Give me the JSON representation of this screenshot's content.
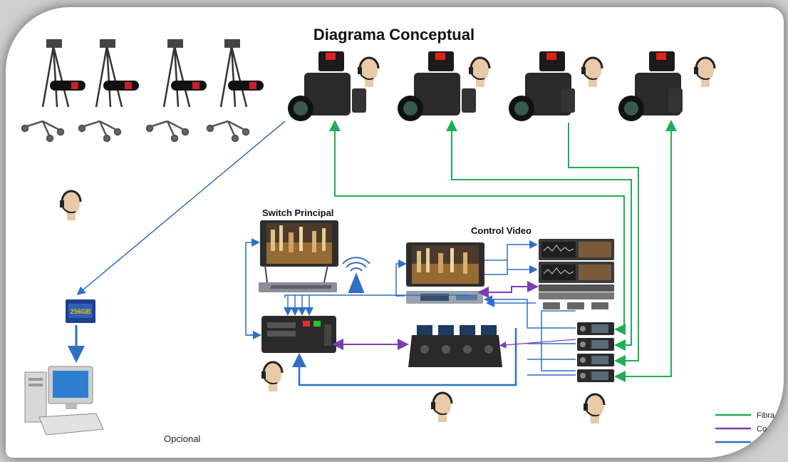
{
  "title": "Diagrama Conceptual",
  "labels": {
    "switch_principal": "Switch Principal",
    "control_video": "Control Video",
    "opcional": "Opcional",
    "card_text": "256GB"
  },
  "legend": [
    {
      "label": "Fibra",
      "color": "#1fae55"
    },
    {
      "label": "Co",
      "color": "#7a3cb5"
    },
    {
      "label": "",
      "color": "#2f6fc6"
    }
  ],
  "colors": {
    "fibra": "#1fae55",
    "control": "#7a3cb5",
    "video": "#2f6fc6",
    "accent_red": "#e02020"
  },
  "icons": [
    "tripod-icon",
    "dolly-icon",
    "camera-icon",
    "headset-icon",
    "monitor-icon",
    "router-icon",
    "wireless-icon",
    "switcher-icon",
    "controller-icon",
    "memory-card-icon",
    "computer-icon"
  ]
}
